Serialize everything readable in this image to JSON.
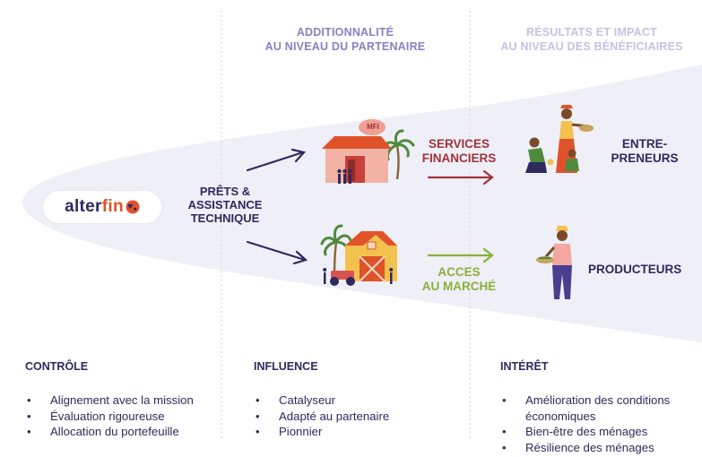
{
  "columns": {
    "partner_title": [
      "ADDITIONNALITÉ",
      "AU NIVEAU DU PARTENAIRE"
    ],
    "impact_title": [
      "RÉSULTATS ET IMPACT",
      "AU NIVEAU DES BÉNÉFICIAIRES"
    ]
  },
  "logo": {
    "text_a": "alter",
    "text_b": "fin",
    "globe_icon": "globe-icon"
  },
  "center_label": [
    "PRÊTS &",
    "ASSISTANCE",
    "TECHNIQUE"
  ],
  "mfi_label": "MFI",
  "flows": {
    "services": [
      "SERVICES",
      "FINANCIERS"
    ],
    "market": [
      "ACCES",
      "AU MARCHÉ"
    ]
  },
  "beneficiaries": {
    "entrepreneurs": [
      "ENTRE-",
      "PRENEURS"
    ],
    "producers": "PRODUCTEURS"
  },
  "sections": [
    {
      "title": "CONTRÔLE",
      "items": [
        "Alignement avec la mission",
        "Évaluation rigoureuse",
        "Allocation du portefeuille"
      ]
    },
    {
      "title": "INFLUENCE",
      "items": [
        "Catalyseur",
        "Adapté au partenaire",
        "Pionnier"
      ]
    },
    {
      "title": "INTÉRÊT",
      "items": [
        "Amélioration des conditions économiques",
        "Bien-être des ménages",
        "Résilience des ménages"
      ]
    }
  ],
  "colors": {
    "navy": "#2d2a5e",
    "purple": "#8a7fc0",
    "light_purple": "#c6c1e3",
    "red": "#a0323a",
    "green": "#8ab03a",
    "orange": "#e0522a",
    "band": "#efeff7"
  }
}
